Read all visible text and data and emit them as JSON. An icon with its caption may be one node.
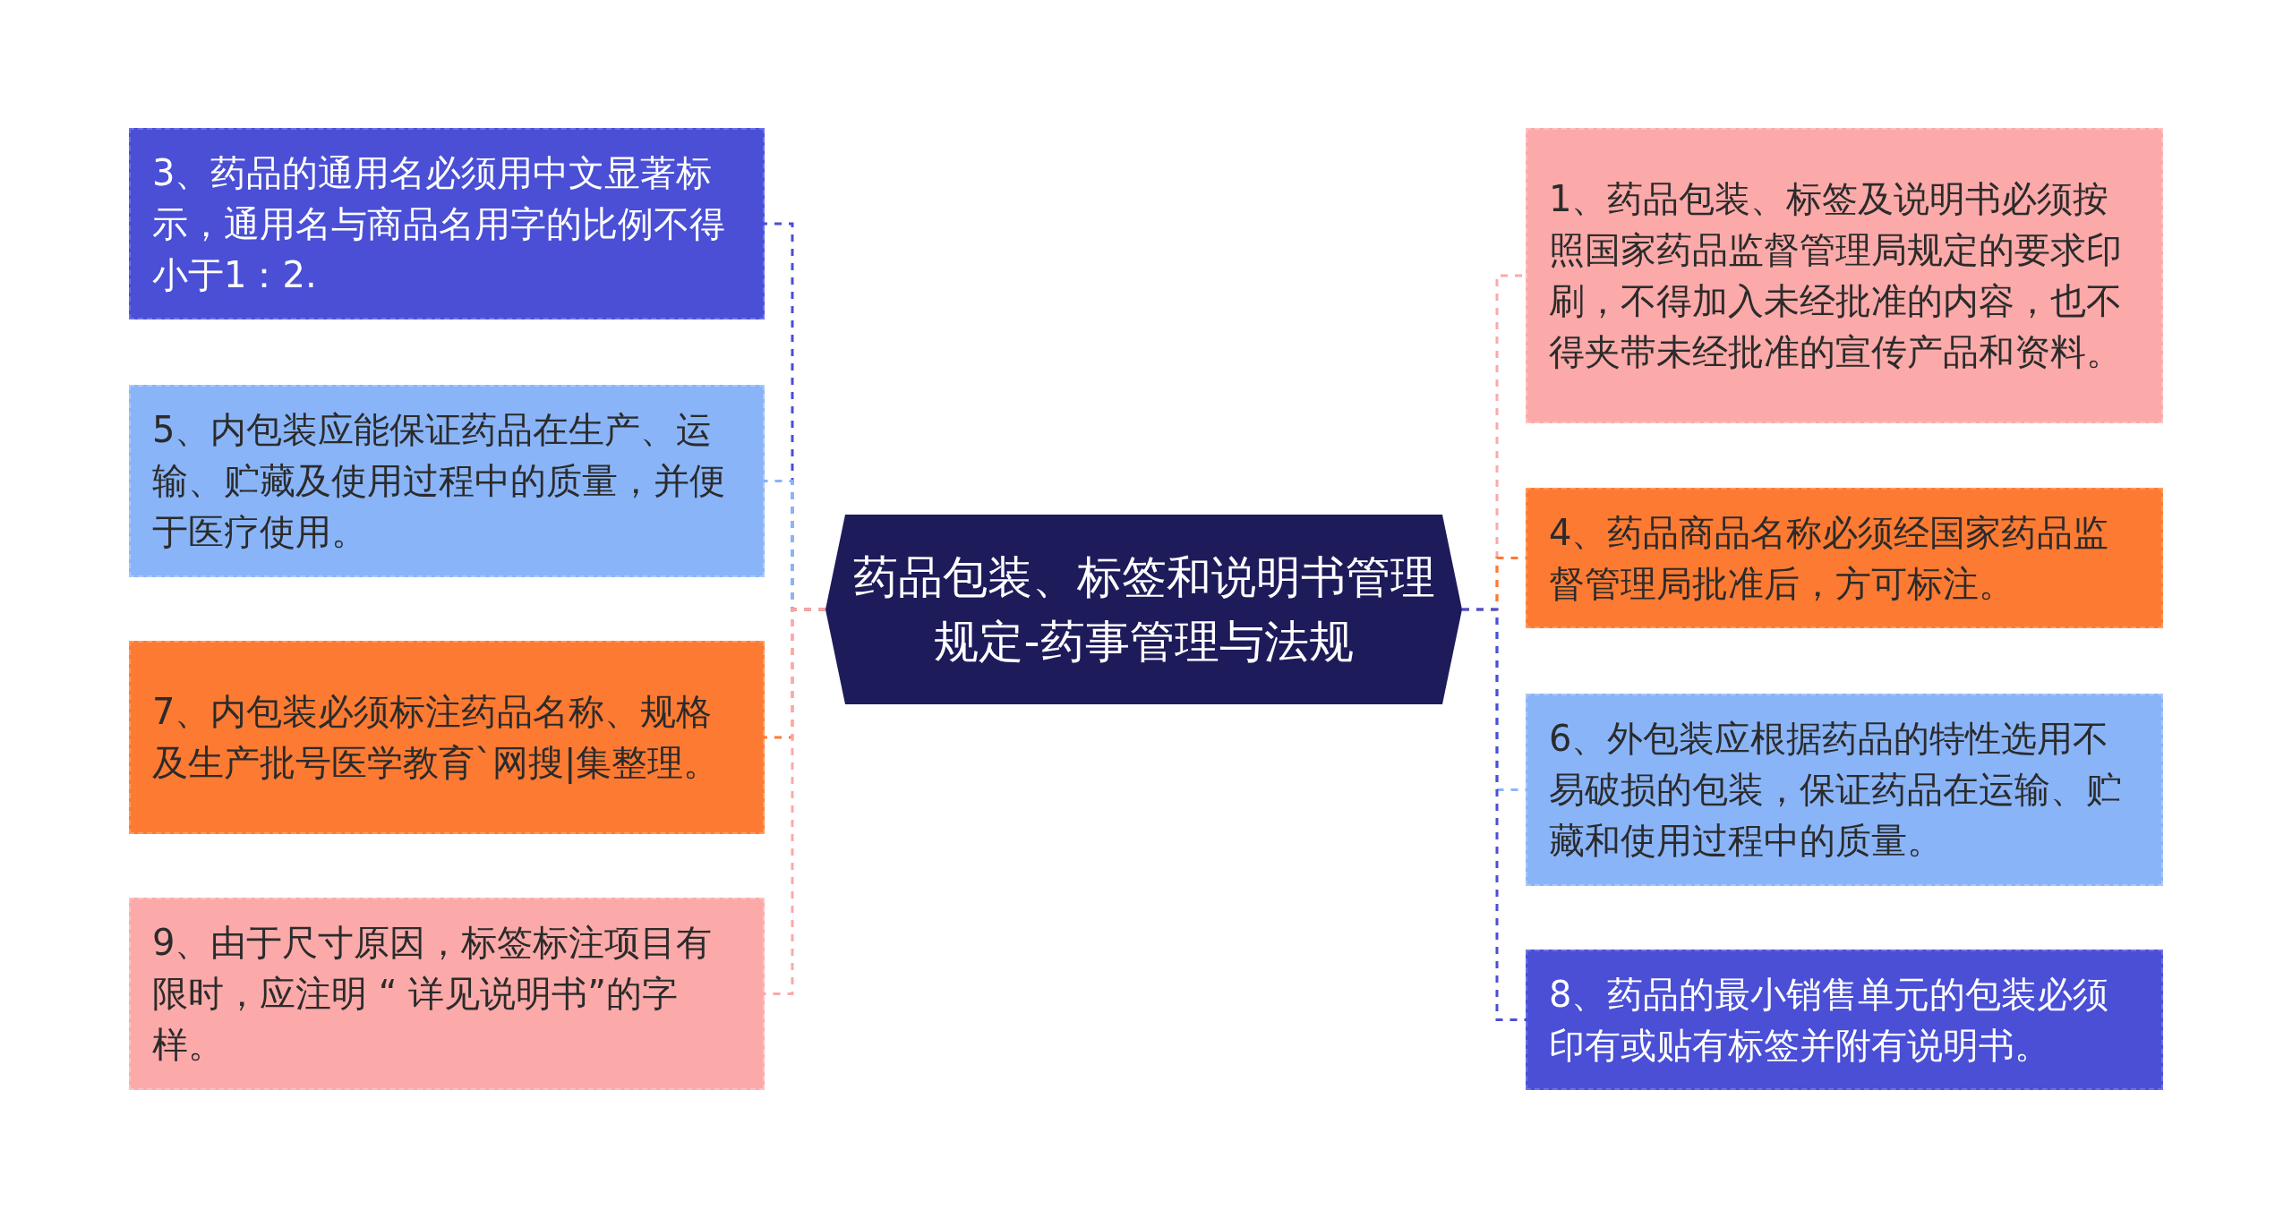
{
  "diagram": {
    "nodes": [
      {
        "text": [
          "药品包装、标签和说明书管理规定-药事管理与法规"
        ]
      },
      {
        "text": [
          "3、药品的通用名必须用中文显著标示，通用名与商品名用字的比例不得小于1：2."
        ]
      },
      {
        "text": [
          "5、内包装应能保证药品在生产、运输、贮藏及使用过程中的质量，并便于医疗使用。"
        ]
      },
      {
        "text": [
          "7、内包装必须标注药品名称、规格及生产批号医学教育`网搜|集整理。"
        ]
      },
      {
        "text": [
          "9、由于尺寸原因，标签标注项目有限时，应注明 “ 详见说明书”的字样。"
        ]
      },
      {
        "text": [
          "1、药品包装、标签及说明书必须按照国家药品监督管理局规定的要求印刷，不得加入未经批准的内容，也不得夹带未经批准的宣传产品和资料。"
        ]
      },
      {
        "text": [
          "4、药品商品名称必须经国家药品监督管理局批准后，方可标注。"
        ]
      },
      {
        "text": [
          "6、外包装应根据药品的特性选用不易破损的包装，保证药品在运输、贮藏和使用过程中的质量。"
        ]
      },
      {
        "text": [
          "8、药品的最小销售单元的包装必须印有或贴有标签并附有说明书。"
        ]
      }
    ],
    "edges": [
      {
        "from": 0,
        "to": 1,
        "arrow": "none",
        "style": "dashed",
        "color": "#4a4fd6"
      },
      {
        "from": 0,
        "to": 2,
        "arrow": "none",
        "style": "dashed",
        "color": "#8ab4f8"
      },
      {
        "from": 0,
        "to": 3,
        "arrow": "none",
        "style": "dashed",
        "color": "#fd7a32"
      },
      {
        "from": 0,
        "to": 4,
        "arrow": "none",
        "style": "dashed",
        "color": "#fba9a9"
      },
      {
        "from": 0,
        "to": 5,
        "arrow": "none",
        "style": "dashed",
        "color": "#fba9a9"
      },
      {
        "from": 0,
        "to": 6,
        "arrow": "none",
        "style": "dashed",
        "color": "#fd7a32"
      },
      {
        "from": 0,
        "to": 7,
        "arrow": "none",
        "style": "dashed",
        "color": "#8ab4f8"
      },
      {
        "from": 0,
        "to": 8,
        "arrow": "none",
        "style": "dashed",
        "color": "#4a4fd6"
      }
    ]
  }
}
